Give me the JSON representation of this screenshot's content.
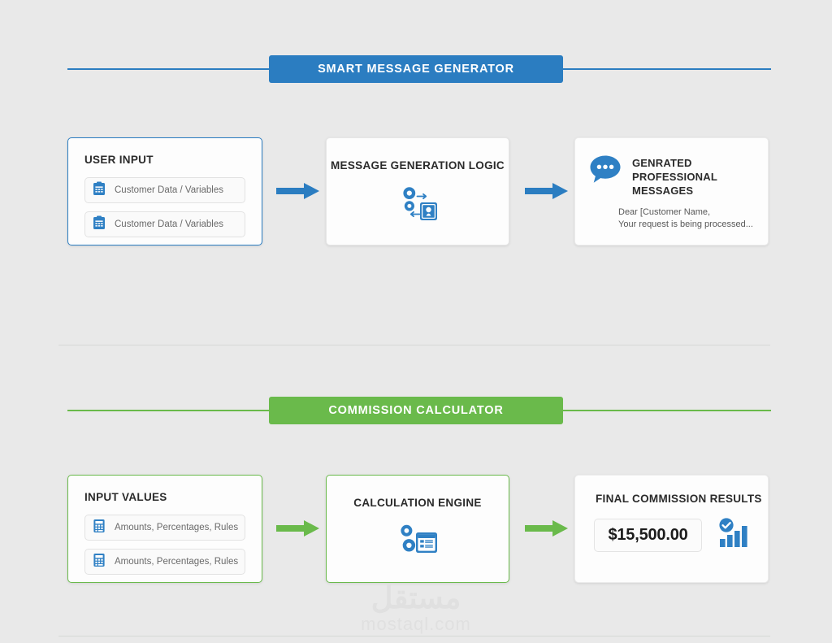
{
  "colors": {
    "page_background": "#e9e9e9",
    "blue_accent": "#2b7dc1",
    "green_accent": "#6aba4b",
    "icon_blue": "#2f80c4",
    "divider": "#d6d8d6",
    "card_background": "#fdfdfd"
  },
  "sections": [
    {
      "id": "smart-message-generator",
      "banner_label": "SMART MESSAGE GENERATOR",
      "accent": "#2b7dc1",
      "input_card": {
        "title": "USER INPUT",
        "icon": "clipboard-form-icon",
        "rows": [
          {
            "label": "Customer Data / Variables"
          },
          {
            "label": "Customer Data / Variables"
          }
        ]
      },
      "process_card": {
        "title": "MESSAGE GENERATION LOGIC",
        "icon": "gear-document-process-icon"
      },
      "output_card": {
        "icon": "speech-bubble-icon",
        "title_line1": "GENRATED",
        "title_line2": "PROFESSIONAL MESSAGES",
        "message_line1": "Dear [Customer Name,",
        "message_line2": "Your request is being processed..."
      }
    },
    {
      "id": "commission-calculator",
      "banner_label": "COMMISSION CALCULATOR",
      "accent": "#6aba4b",
      "input_card": {
        "title": "INPUT VALUES",
        "icon": "calculator-icon",
        "rows": [
          {
            "label": "Amounts, Percentages, Rules"
          },
          {
            "label": "Amounts, Percentages, Rules"
          }
        ]
      },
      "process_card": {
        "title": "CALCULATION ENGINE",
        "icon": "gears-spreadsheet-icon"
      },
      "output_card": {
        "title": "FINAL COMMISSION RESULTS",
        "amount": "$15,500.00",
        "badge_icon": "verified-bar-chart-icon"
      }
    }
  ],
  "watermark": {
    "arabic": "مستقل",
    "latin": "mostaql.com"
  }
}
